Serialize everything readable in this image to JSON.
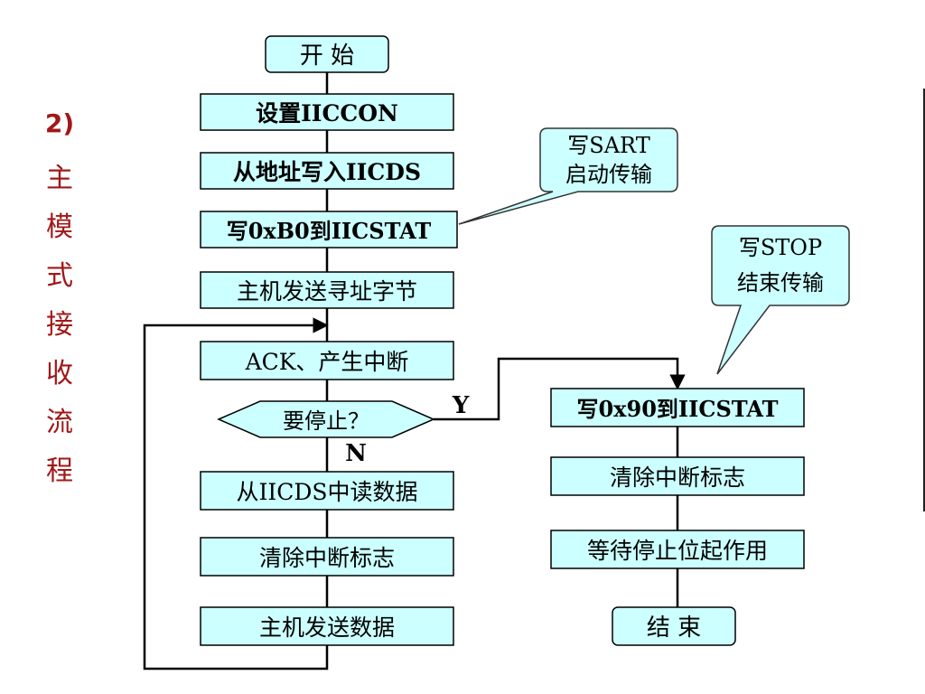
{
  "side_title": {
    "number": "2)",
    "chars": [
      "主",
      "模",
      "式",
      "接",
      "收",
      "流",
      "程"
    ]
  },
  "flow": {
    "start": "开  始",
    "set_iiccon": "设置IICCON",
    "write_slave_addr": "从地址写入IICDS",
    "write_b0": "写0xB0到IICSTAT",
    "send_addr_byte": "主机发送寻址字节",
    "ack_interrupt": "ACK、产生中断",
    "stop_question": "要停止？",
    "read_data": "从IICDS中读数据",
    "clear_flag_left": "清除中断标志",
    "send_data": "主机发送数据",
    "write_90": "写0x90到IICSTAT",
    "clear_flag_right": "清除中断标志",
    "wait_stop": "等待停止位起作用",
    "end": "结  束",
    "label_yes": "Y",
    "label_no": "N"
  },
  "callouts": {
    "start_transfer": [
      "写SART",
      "启动传输"
    ],
    "end_transfer": [
      "写STOP",
      "结束传输"
    ]
  },
  "colors": {
    "box_fill": "#ccffff",
    "box_stroke": "#000000",
    "callout_fill": "#ccffff",
    "callout_stroke": "#333333",
    "side_title": "#a01818"
  }
}
